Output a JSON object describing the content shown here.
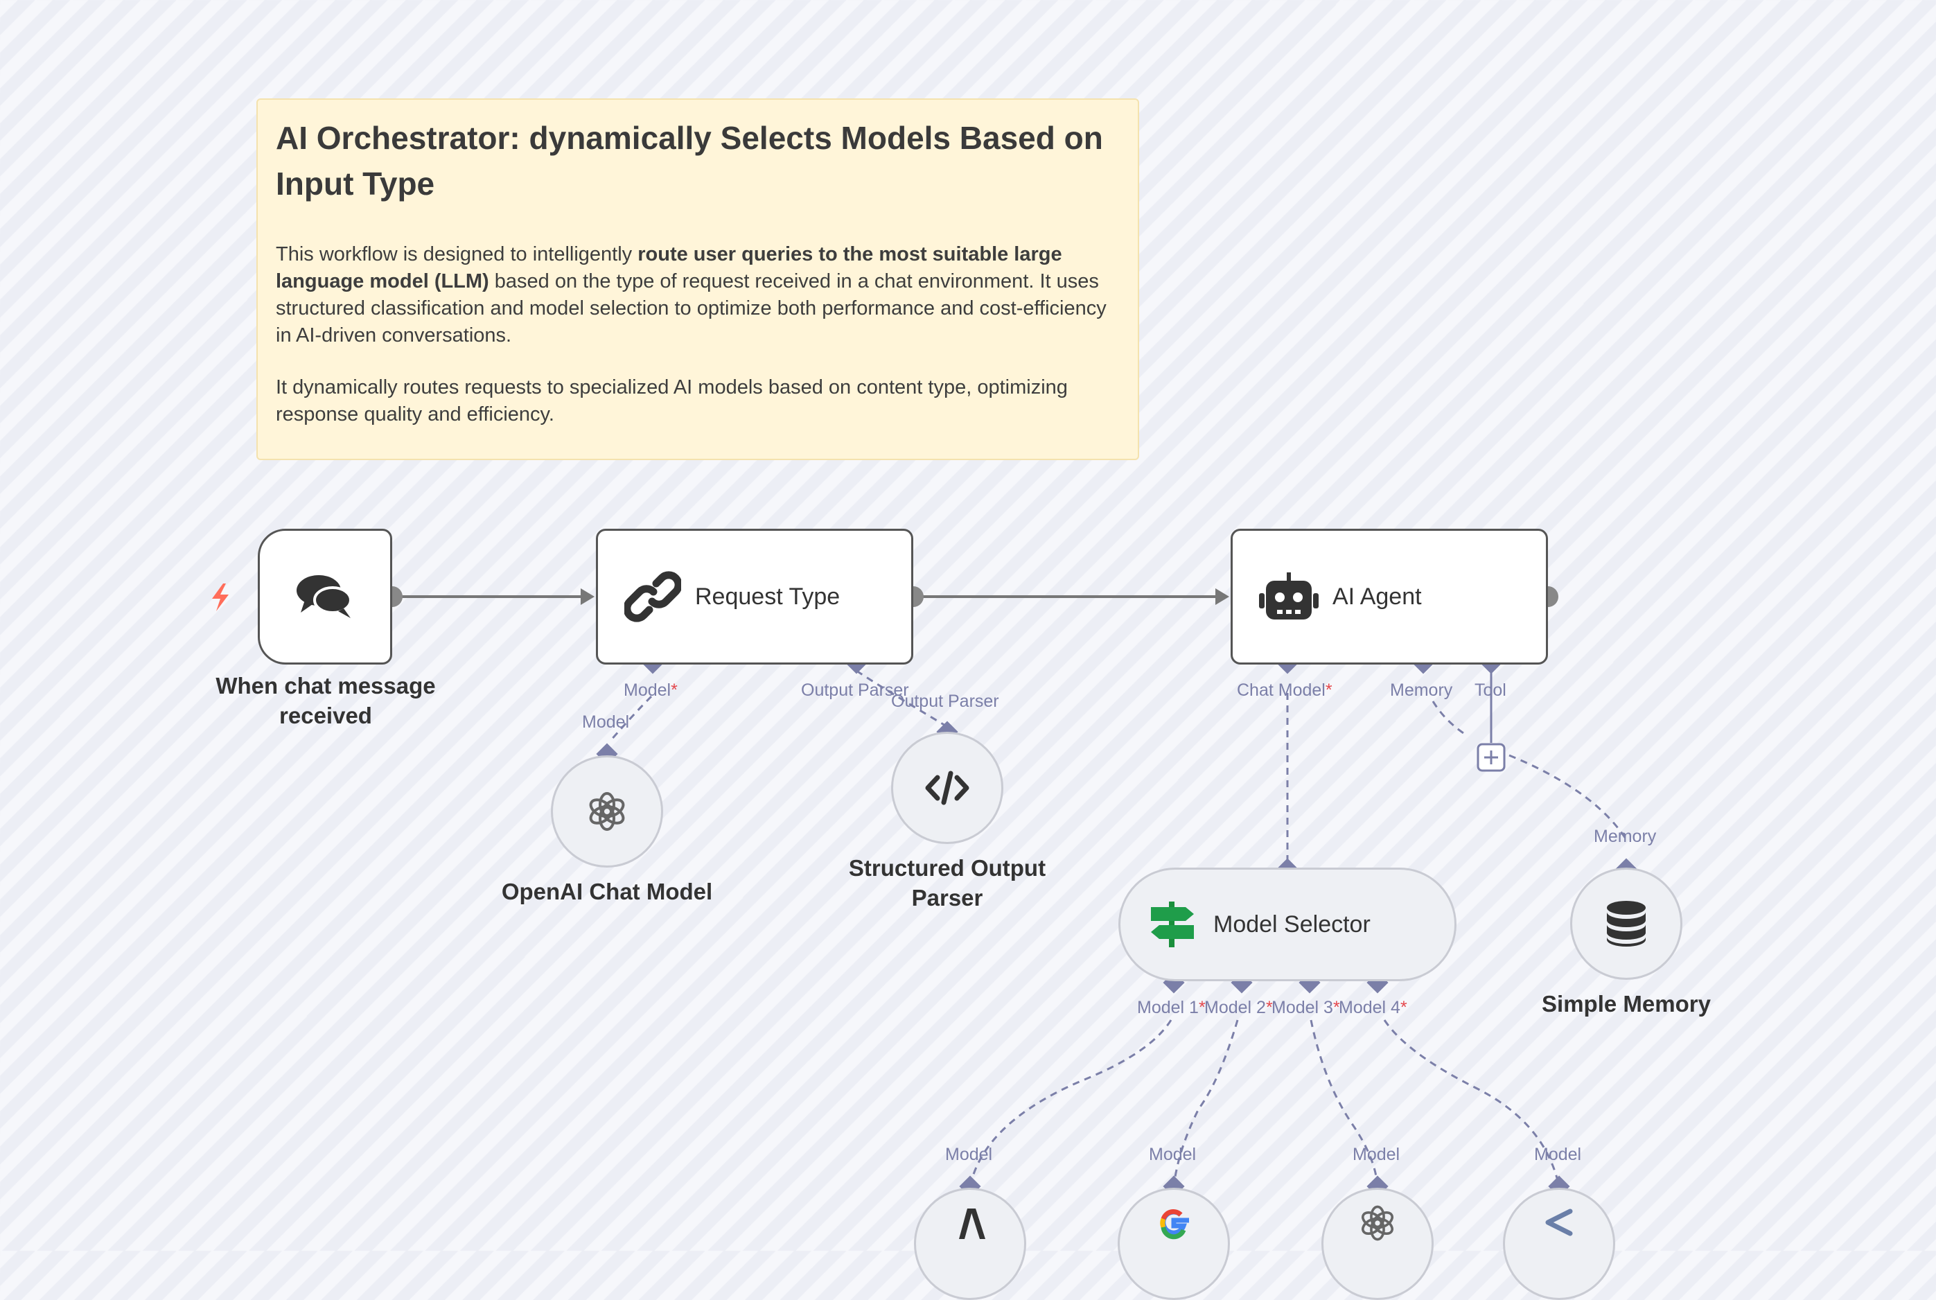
{
  "sticky_note": {
    "title": "AI Orchestrator: dynamically Selects Models Based on Input Type",
    "para1_plain_start": "This workflow is designed to intelligently ",
    "para1_bold_1": "route user queries to the most suitable large language model (LLM)",
    "para1_plain_end": " based on the type of request received in a chat environment. It uses structured classification and model selection to optimize both performance and cost-efficiency in AI-driven conversations.",
    "para2": "It dynamically routes requests to specialized AI models based on content type, optimizing response quality and efficiency."
  },
  "nodes": {
    "chat_trigger": {
      "caption": "When chat message received",
      "icon": "chat-bubbles-icon"
    },
    "request_type": {
      "label": "Request Type",
      "icon": "link-icon"
    },
    "ai_agent": {
      "label": "AI Agent",
      "icon": "robot-icon"
    },
    "openai_chat_model": {
      "caption": "OpenAI Chat Model",
      "icon": "openai-icon"
    },
    "structured_output_parser": {
      "caption": "Structured Output Parser",
      "icon": "code-icon"
    },
    "model_selector": {
      "label": "Model Selector",
      "icon": "signpost-icon"
    },
    "simple_memory": {
      "caption": "Simple Memory",
      "icon": "database-icon"
    }
  },
  "ports": {
    "request_type_model": "Model",
    "request_type_output_parser": "Output Parser",
    "openai_model": "Model",
    "parser_output": "Output Parser",
    "agent_chat_model": "Chat Model",
    "agent_memory": "Memory",
    "agent_tool": "Tool",
    "memory_input": "Memory",
    "selector_model_1": "Model 1",
    "selector_model_2": "Model 2",
    "selector_model_3": "Model 3",
    "selector_model_4": "Model 4",
    "bottom_model_1": "Model",
    "bottom_model_2": "Model",
    "bottom_model_3": "Model",
    "bottom_model_4": "Model",
    "required_marker": "*"
  },
  "colors": {
    "port_purple": "#7b7fa8",
    "trigger_orange": "#ff6d5a",
    "node_border": "#555555",
    "sticky_bg": "#fff5d9"
  }
}
